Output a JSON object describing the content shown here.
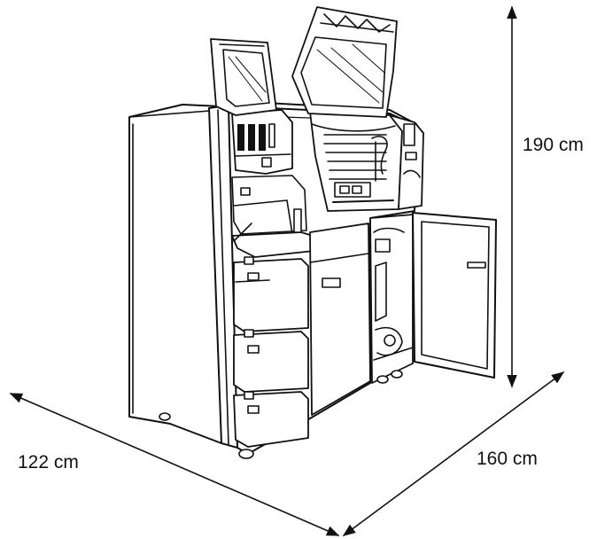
{
  "dimensions": {
    "height": {
      "label": "190 cm",
      "value": 190,
      "unit": "cm"
    },
    "depth": {
      "label": "160 cm",
      "value": 160,
      "unit": "cm"
    },
    "width": {
      "label": "122 cm",
      "value": 122,
      "unit": "cm"
    }
  },
  "colors": {
    "line": "#111111",
    "background": "#ffffff",
    "panel": "#ffffff",
    "shadow": "#d9d9d9"
  }
}
